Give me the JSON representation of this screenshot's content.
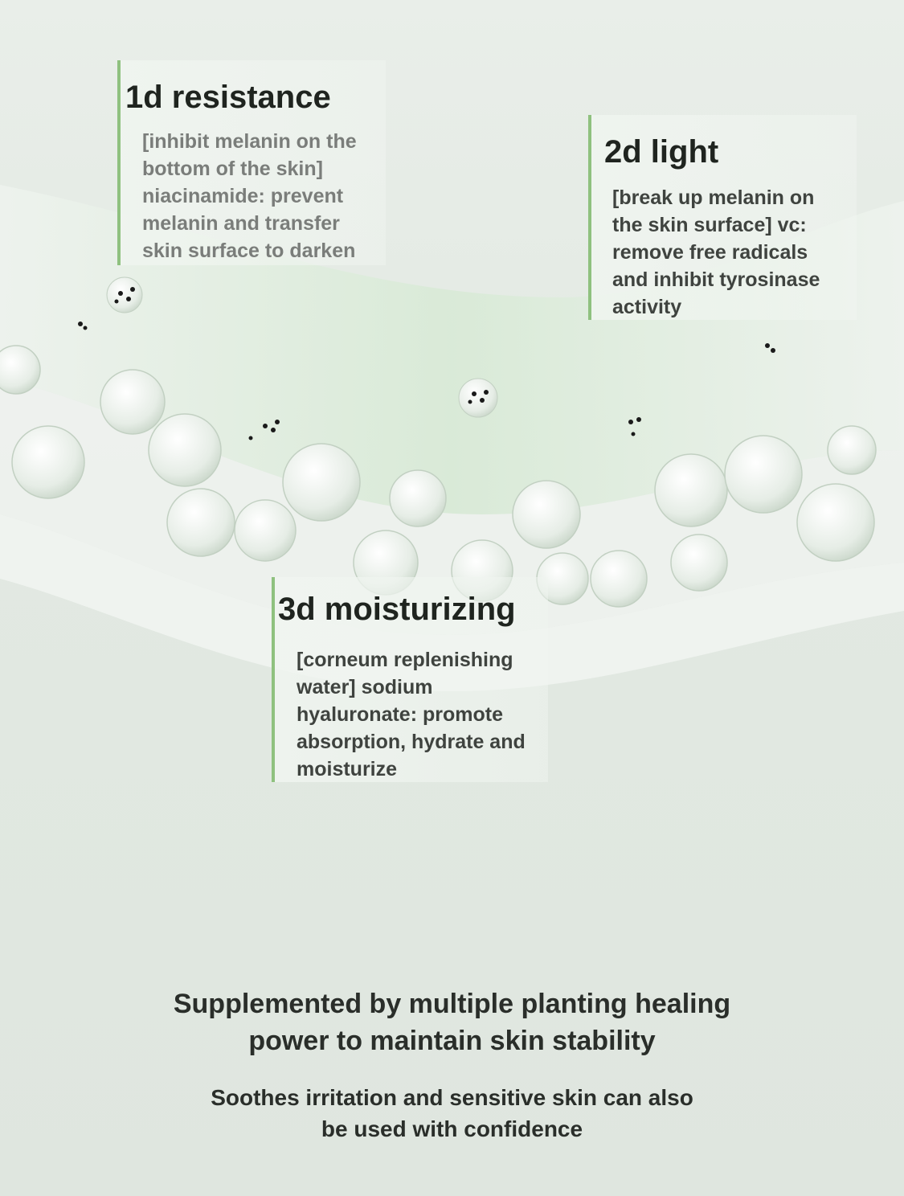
{
  "features": [
    {
      "title": "1d resistance",
      "lines": [
        "[inhibit melanin on the",
        "bottom of the skin]",
        "niacinamide: prevent",
        "melanin and transfer",
        "skin surface to darken"
      ]
    },
    {
      "title": "2d light",
      "lines": [
        "[break up melanin on",
        "the skin surface] vc:",
        "remove free radicals",
        "and inhibit tyrosinase",
        "activity"
      ]
    },
    {
      "title": "3d moisturizing",
      "lines": [
        "[corneum replenishing",
        "water] sodium",
        "hyaluronate: promote",
        "absorption, hydrate and",
        "moisturize"
      ]
    }
  ],
  "headline": [
    "Supplemented by multiple planting healing",
    "power to maintain skin stability"
  ],
  "subheadline": [
    "Soothes irritation and sensitive skin can also",
    "be used with confidence"
  ],
  "colors": {
    "accent": "#8fc17f",
    "background": "#dfe6df",
    "text": "#2a2e2a"
  }
}
